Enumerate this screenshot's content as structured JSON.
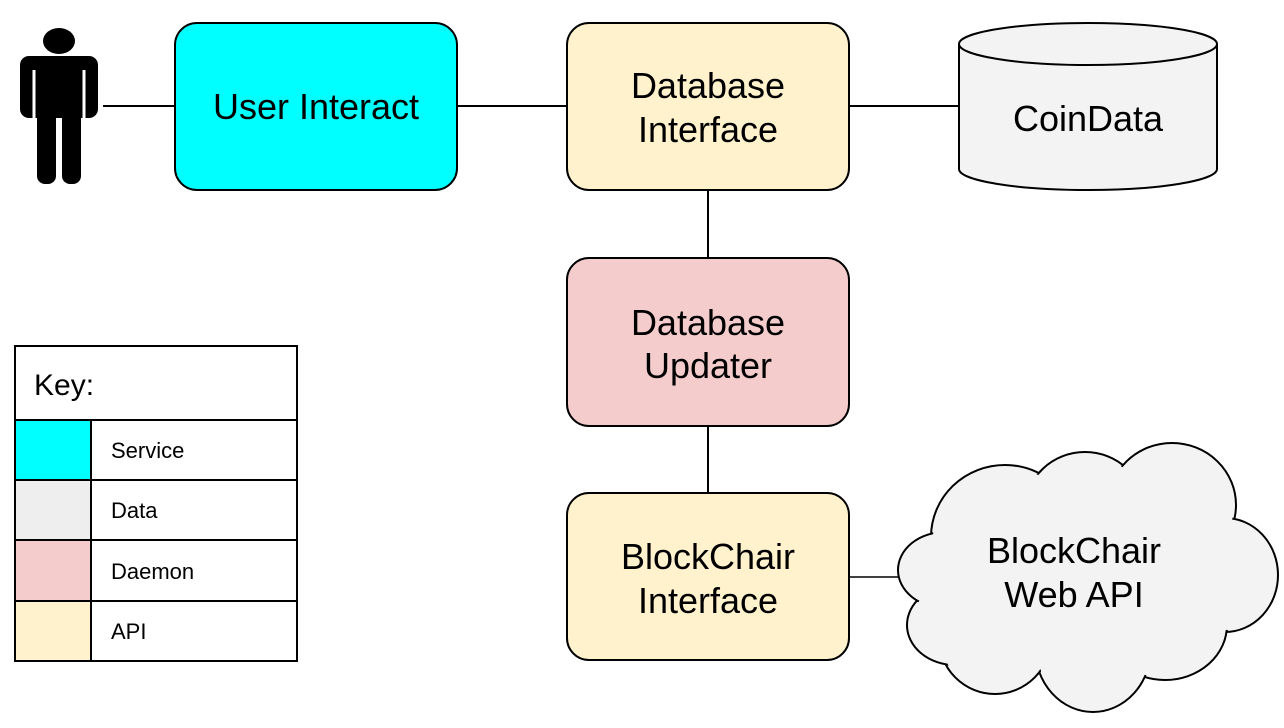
{
  "nodes": {
    "user_interact": {
      "lines": [
        "User Interact"
      ],
      "category": "Service"
    },
    "database_interface": {
      "lines": [
        "Database",
        "Interface"
      ],
      "category": "API"
    },
    "coindata": {
      "lines": [
        "CoinData"
      ],
      "category": "Data"
    },
    "database_updater": {
      "lines": [
        "Database",
        "Updater"
      ],
      "category": "Daemon"
    },
    "blockchair_interface": {
      "lines": [
        "BlockChair",
        "Interface"
      ],
      "category": "API"
    },
    "blockchair_web_api": {
      "lines": [
        "BlockChair",
        "Web API"
      ],
      "category": "Data"
    }
  },
  "actor": {
    "icon": "person-icon"
  },
  "edges": [
    {
      "from": "actor",
      "to": "user_interact"
    },
    {
      "from": "user_interact",
      "to": "database_interface"
    },
    {
      "from": "database_interface",
      "to": "coindata"
    },
    {
      "from": "database_interface",
      "to": "database_updater"
    },
    {
      "from": "database_updater",
      "to": "blockchair_interface"
    },
    {
      "from": "blockchair_interface",
      "to": "blockchair_web_api"
    }
  ],
  "legend": {
    "title": "Key:",
    "items": [
      {
        "label": "Service",
        "color": "#00FFFF"
      },
      {
        "label": "Data",
        "color": "#EEEEEE"
      },
      {
        "label": "Daemon",
        "color": "#F4CCCC"
      },
      {
        "label": "API",
        "color": "#FFF2CC"
      }
    ]
  },
  "colors": {
    "service": "#00FFFF",
    "api": "#FFF2CC",
    "daemon": "#F4CCCC",
    "data": "#F3F3F3",
    "stroke": "#000000"
  }
}
